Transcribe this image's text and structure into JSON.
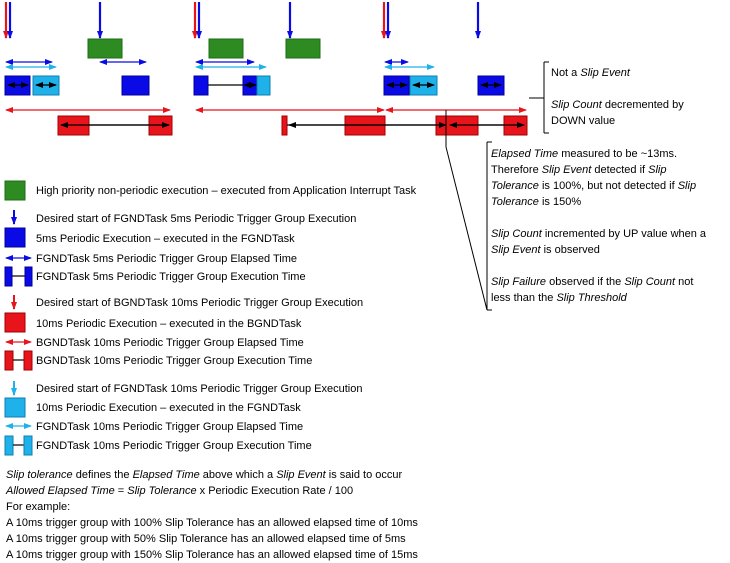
{
  "colors": {
    "green": "#2e8b22",
    "green_border": "#1e6b18",
    "blue": "#0a0ae6",
    "blue_border": "#00009a",
    "light_blue": "#1fb2ea",
    "light_blue_border": "#0f7fb0",
    "red": "#e8141c",
    "red_border": "#a00000",
    "black": "#000000"
  },
  "callout_top": {
    "line1_prefix": "Not a ",
    "line1_em": "Slip Event",
    "line2_em": "Slip Count",
    "line2_rest": " decremented by",
    "line3": "DOWN value"
  },
  "callout_main": {
    "p1_l1_em": "Elapsed Time",
    "p1_l1_rest": " measured to be ~13ms.",
    "p1_l2_pre": "Therefore ",
    "p1_l2_em1": "Slip Event",
    "p1_l2_mid": " detected if ",
    "p1_l2_em2": "Slip",
    "p1_l3_em1": "Tolerance",
    "p1_l3_mid": " is 100%, but not detected if ",
    "p1_l3_em2": "Slip",
    "p1_l4_em": "Tolerance",
    "p1_l4_rest": " is 150%",
    "p2_l1_em": "Slip Count",
    "p2_l1_rest": " incremented by UP value when a",
    "p2_l2_em": "Slip Event",
    "p2_l2_rest": " is observed",
    "p3_l1_em": "Slip Failure",
    "p3_l1_rest": " observed if the ",
    "p3_l1_em2": "Slip Count",
    "p3_l1_rest2": " not",
    "p3_l2_pre": "less than the ",
    "p3_l2_em": "Slip Threshold"
  },
  "legend": {
    "green_box": "High priority non-periodic execution – executed from Application Interrupt Task",
    "blue_arrow": "Desired start of FGNDTask 5ms Periodic Trigger Group Execution",
    "blue_box": "5ms Periodic Execution – executed in the FGNDTask",
    "blue_elapsed": "FGNDTask 5ms Periodic Trigger Group Elapsed Time",
    "blue_exec": "FGNDTask 5ms Periodic Trigger Group Execution Time",
    "red_arrow": "Desired start of BGNDTask 10ms Periodic Trigger Group Execution",
    "red_box": "10ms Periodic Execution – executed in the BGNDTask",
    "red_elapsed": "BGNDTask 10ms Periodic Trigger Group Elapsed Time",
    "red_exec": "BGNDTask 10ms Periodic Trigger Group Execution Time",
    "lb_arrow": "Desired start of FGNDTask 10ms Periodic Trigger Group Execution",
    "lb_box": "10ms Periodic Execution – executed in the FGNDTask",
    "lb_elapsed": "FGNDTask 10ms Periodic Trigger Group Elapsed Time",
    "lb_exec": "FGNDTask 10ms Periodic Trigger Group Execution Time"
  },
  "notes": {
    "l1_em1": "Slip tolerance",
    "l1_mid1": " defines the ",
    "l1_em2": "Elapsed Time",
    "l1_mid2": " above which a ",
    "l1_em3": "Slip Event",
    "l1_rest": " is said to occur",
    "l2_em1": "Allowed Elapsed Time",
    "l2_mid": " = ",
    "l2_em2": "Slip Tolerance",
    "l2_rest": " x Periodic Execution Rate / 100",
    "l3": "For example:",
    "l4": "A 10ms trigger group with 100% Slip Tolerance has an allowed elapsed time of 10ms",
    "l5": "A 10ms trigger group with 50% Slip Tolerance has an allowed elapsed time of 5ms",
    "l6": "A 10ms trigger group with 150% Slip Tolerance has an allowed elapsed time of 15ms"
  }
}
